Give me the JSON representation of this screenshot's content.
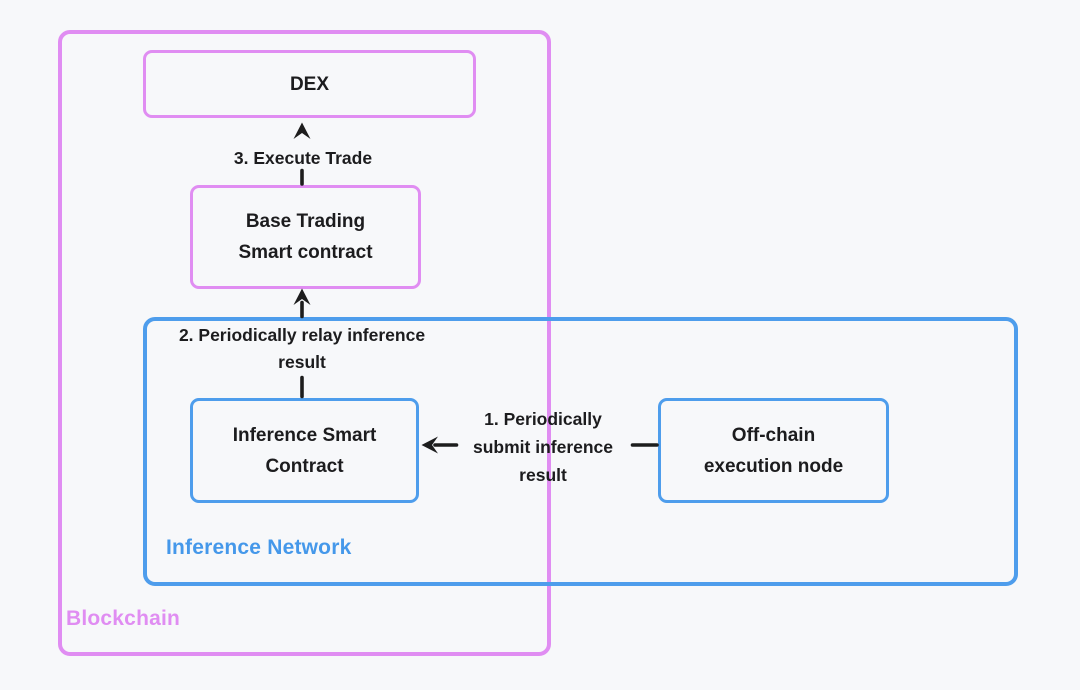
{
  "diagram": {
    "background_color": "#f7f8fa",
    "colors": {
      "pink_accent": "#e08df2",
      "blue_accent": "#4e9dec",
      "text": "#1c1c1e",
      "arrow": "#1d1d1d"
    },
    "groups": {
      "blockchain": {
        "label": "Blockchain"
      },
      "inference_network": {
        "label": "Inference Network"
      }
    },
    "nodes": {
      "dex": {
        "label": "DEX"
      },
      "base_trading": {
        "label": "Base Trading\nSmart contract"
      },
      "inference_contract": {
        "label": "Inference Smart\nContract"
      },
      "offchain_node": {
        "label": "Off-chain\nexecution node"
      }
    },
    "annotations": {
      "step3": {
        "label": "3. Execute Trade"
      },
      "step2": {
        "label": "2. Periodically relay inference\nresult"
      },
      "step1": {
        "label": "1. Periodically\nsubmit inference\nresult"
      }
    }
  }
}
